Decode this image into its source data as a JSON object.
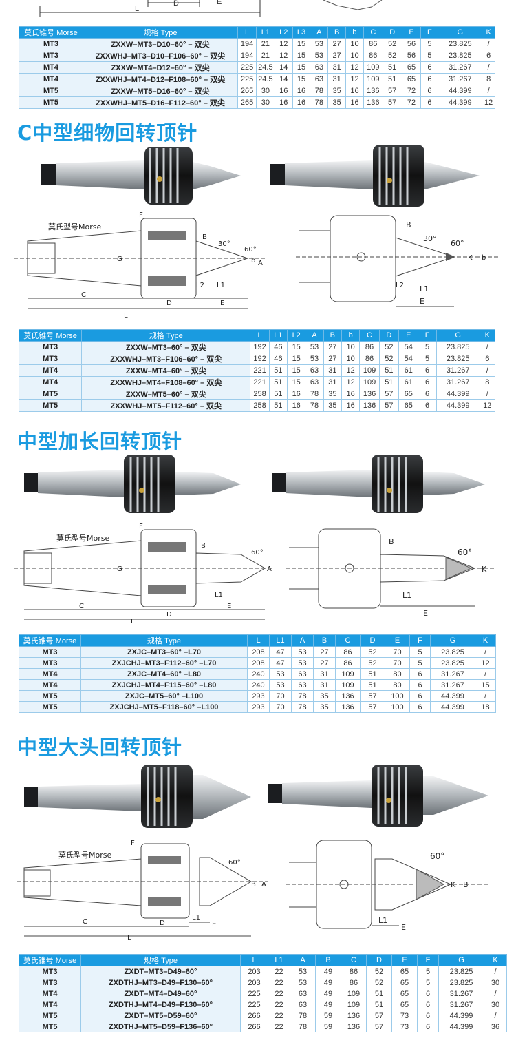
{
  "top_diagram_labels": [
    "L",
    "D",
    "E"
  ],
  "table1": {
    "headers": [
      "莫氏锥号 Morse",
      "规格 Type",
      "L",
      "L1",
      "L2",
      "L3",
      "A",
      "B",
      "b",
      "C",
      "D",
      "E",
      "F",
      "G",
      "K"
    ],
    "rows": [
      [
        "MT3",
        "ZXXW–MT3–D10–60°  – 双尖",
        "194",
        "21",
        "12",
        "15",
        "53",
        "27",
        "10",
        "86",
        "52",
        "56",
        "5",
        "23.825",
        "/"
      ],
      [
        "MT3",
        "ZXXWHJ–MT3–D10–F106–60° – 双尖",
        "194",
        "21",
        "12",
        "15",
        "53",
        "27",
        "10",
        "86",
        "52",
        "56",
        "5",
        "23.825",
        "6"
      ],
      [
        "MT4",
        "ZXXW–MT4–D12–60°  – 双尖",
        "225",
        "24.5",
        "14",
        "15",
        "63",
        "31",
        "12",
        "109",
        "51",
        "65",
        "6",
        "31.267",
        "/"
      ],
      [
        "MT4",
        "ZXXWHJ–MT4–D12–F108–60° – 双尖",
        "225",
        "24.5",
        "14",
        "15",
        "63",
        "31",
        "12",
        "109",
        "51",
        "65",
        "6",
        "31.267",
        "8"
      ],
      [
        "MT5",
        "ZXXW–MT5–D16–60°  – 双尖",
        "265",
        "30",
        "16",
        "16",
        "78",
        "35",
        "16",
        "136",
        "57",
        "72",
        "6",
        "44.399",
        "/"
      ],
      [
        "MT5",
        "ZXXWHJ–MT5–D16–F112–60° – 双尖",
        "265",
        "30",
        "16",
        "16",
        "78",
        "35",
        "16",
        "136",
        "57",
        "72",
        "6",
        "44.399",
        "12"
      ]
    ]
  },
  "section2": {
    "title": "C中型细物回转顶针",
    "diagram_labels": {
      "morse": "莫氏型号Morse",
      "F": "F",
      "B": "B",
      "angle30": "30°",
      "angle60": "60°",
      "G": "G",
      "A": "A",
      "b": "b",
      "K": "K",
      "L2": "L2",
      "L1": "L1",
      "C": "C",
      "D": "D",
      "E": "E",
      "L": "L"
    },
    "headers": [
      "莫氏锥号 Morse",
      "规格 Type",
      "L",
      "L1",
      "L2",
      "A",
      "B",
      "b",
      "C",
      "D",
      "E",
      "F",
      "G",
      "K"
    ],
    "rows": [
      [
        "MT3",
        "ZXXW–MT3–60°  – 双尖",
        "192",
        "46",
        "15",
        "53",
        "27",
        "10",
        "86",
        "52",
        "54",
        "5",
        "23.825",
        "/"
      ],
      [
        "MT3",
        "ZXXWHJ–MT3–F106–60°  – 双尖",
        "192",
        "46",
        "15",
        "53",
        "27",
        "10",
        "86",
        "52",
        "54",
        "5",
        "23.825",
        "6"
      ],
      [
        "MT4",
        "ZXXW–MT4–60°  – 双尖",
        "221",
        "51",
        "15",
        "63",
        "31",
        "12",
        "109",
        "51",
        "61",
        "6",
        "31.267",
        "/"
      ],
      [
        "MT4",
        "ZXXWHJ–MT4–F108–60°  – 双尖",
        "221",
        "51",
        "15",
        "63",
        "31",
        "12",
        "109",
        "51",
        "61",
        "6",
        "31.267",
        "8"
      ],
      [
        "MT5",
        "ZXXW–MT5–60°  – 双尖",
        "258",
        "51",
        "16",
        "78",
        "35",
        "16",
        "136",
        "57",
        "65",
        "6",
        "44.399",
        "/"
      ],
      [
        "MT5",
        "ZXXWHJ–MT5–F112–60°  – 双尖",
        "258",
        "51",
        "16",
        "78",
        "35",
        "16",
        "136",
        "57",
        "65",
        "6",
        "44.399",
        "12"
      ]
    ]
  },
  "section3": {
    "title": "中型加长回转顶针",
    "diagram_labels": {
      "morse": "莫氏型号Morse",
      "F": "F",
      "B": "B",
      "angle60": "60°",
      "G": "G",
      "A": "A",
      "K": "K",
      "L1": "L1",
      "C": "C",
      "D": "D",
      "E": "E",
      "L": "L"
    },
    "headers": [
      "莫氏锥号 Morse",
      "规格 Type",
      "L",
      "L1",
      "A",
      "B",
      "C",
      "D",
      "E",
      "F",
      "G",
      "K"
    ],
    "rows": [
      [
        "MT3",
        "ZXJC–MT3–60°  –L70",
        "208",
        "47",
        "53",
        "27",
        "86",
        "52",
        "70",
        "5",
        "23.825",
        "/"
      ],
      [
        "MT3",
        "ZXJCHJ–MT3–F112–60°  –L70",
        "208",
        "47",
        "53",
        "27",
        "86",
        "52",
        "70",
        "5",
        "23.825",
        "12"
      ],
      [
        "MT4",
        "ZXJC–MT4–60°  –L80",
        "240",
        "53",
        "63",
        "31",
        "109",
        "51",
        "80",
        "6",
        "31.267",
        "/"
      ],
      [
        "MT4",
        "ZXJCHJ–MT4–F115–60°  –L80",
        "240",
        "53",
        "63",
        "31",
        "109",
        "51",
        "80",
        "6",
        "31.267",
        "15"
      ],
      [
        "MT5",
        "ZXJC–MT5–60°  –L100",
        "293",
        "70",
        "78",
        "35",
        "136",
        "57",
        "100",
        "6",
        "44.399",
        "/"
      ],
      [
        "MT5",
        "ZXJCHJ–MT5–F118–60°  –L100",
        "293",
        "70",
        "78",
        "35",
        "136",
        "57",
        "100",
        "6",
        "44.399",
        "18"
      ]
    ]
  },
  "section4": {
    "title": "中型大头回转顶针",
    "diagram_labels": {
      "morse": "莫氏型号Morse",
      "F": "F",
      "angle60": "60°",
      "B": "B",
      "A": "A",
      "K": "K",
      "L1": "L1",
      "C": "C",
      "D": "D",
      "E": "E",
      "L": "L"
    },
    "headers": [
      "莫氏锥号 Morse",
      "规格 Type",
      "L",
      "L1",
      "A",
      "B",
      "C",
      "D",
      "E",
      "F",
      "G",
      "K"
    ],
    "rows": [
      [
        "MT3",
        "ZXDT–MT3–D49–60°",
        "203",
        "22",
        "53",
        "49",
        "86",
        "52",
        "65",
        "5",
        "23.825",
        "/"
      ],
      [
        "MT3",
        "ZXDTHJ–MT3–D49–F130–60°",
        "203",
        "22",
        "53",
        "49",
        "86",
        "52",
        "65",
        "5",
        "23.825",
        "30"
      ],
      [
        "MT4",
        "ZXDT–MT4–D49–60°",
        "225",
        "22",
        "63",
        "49",
        "109",
        "51",
        "65",
        "6",
        "31.267",
        "/"
      ],
      [
        "MT4",
        "ZXDTHJ–MT4–D49–F130–60°",
        "225",
        "22",
        "63",
        "49",
        "109",
        "51",
        "65",
        "6",
        "31.267",
        "30"
      ],
      [
        "MT5",
        "ZXDT–MT5–D59–60°",
        "266",
        "22",
        "78",
        "59",
        "136",
        "57",
        "73",
        "6",
        "44.399",
        "/"
      ],
      [
        "MT5",
        "ZXDTHJ–MT5–D59–F136–60°",
        "266",
        "22",
        "78",
        "59",
        "136",
        "57",
        "73",
        "6",
        "44.399",
        "36"
      ]
    ]
  },
  "colors": {
    "accent": "#1a9be0",
    "row_label_bg": "#e8f3fb",
    "metal": "#bfc4c8",
    "dark_metal": "#1b1d20",
    "brass": "#c9a23b"
  }
}
